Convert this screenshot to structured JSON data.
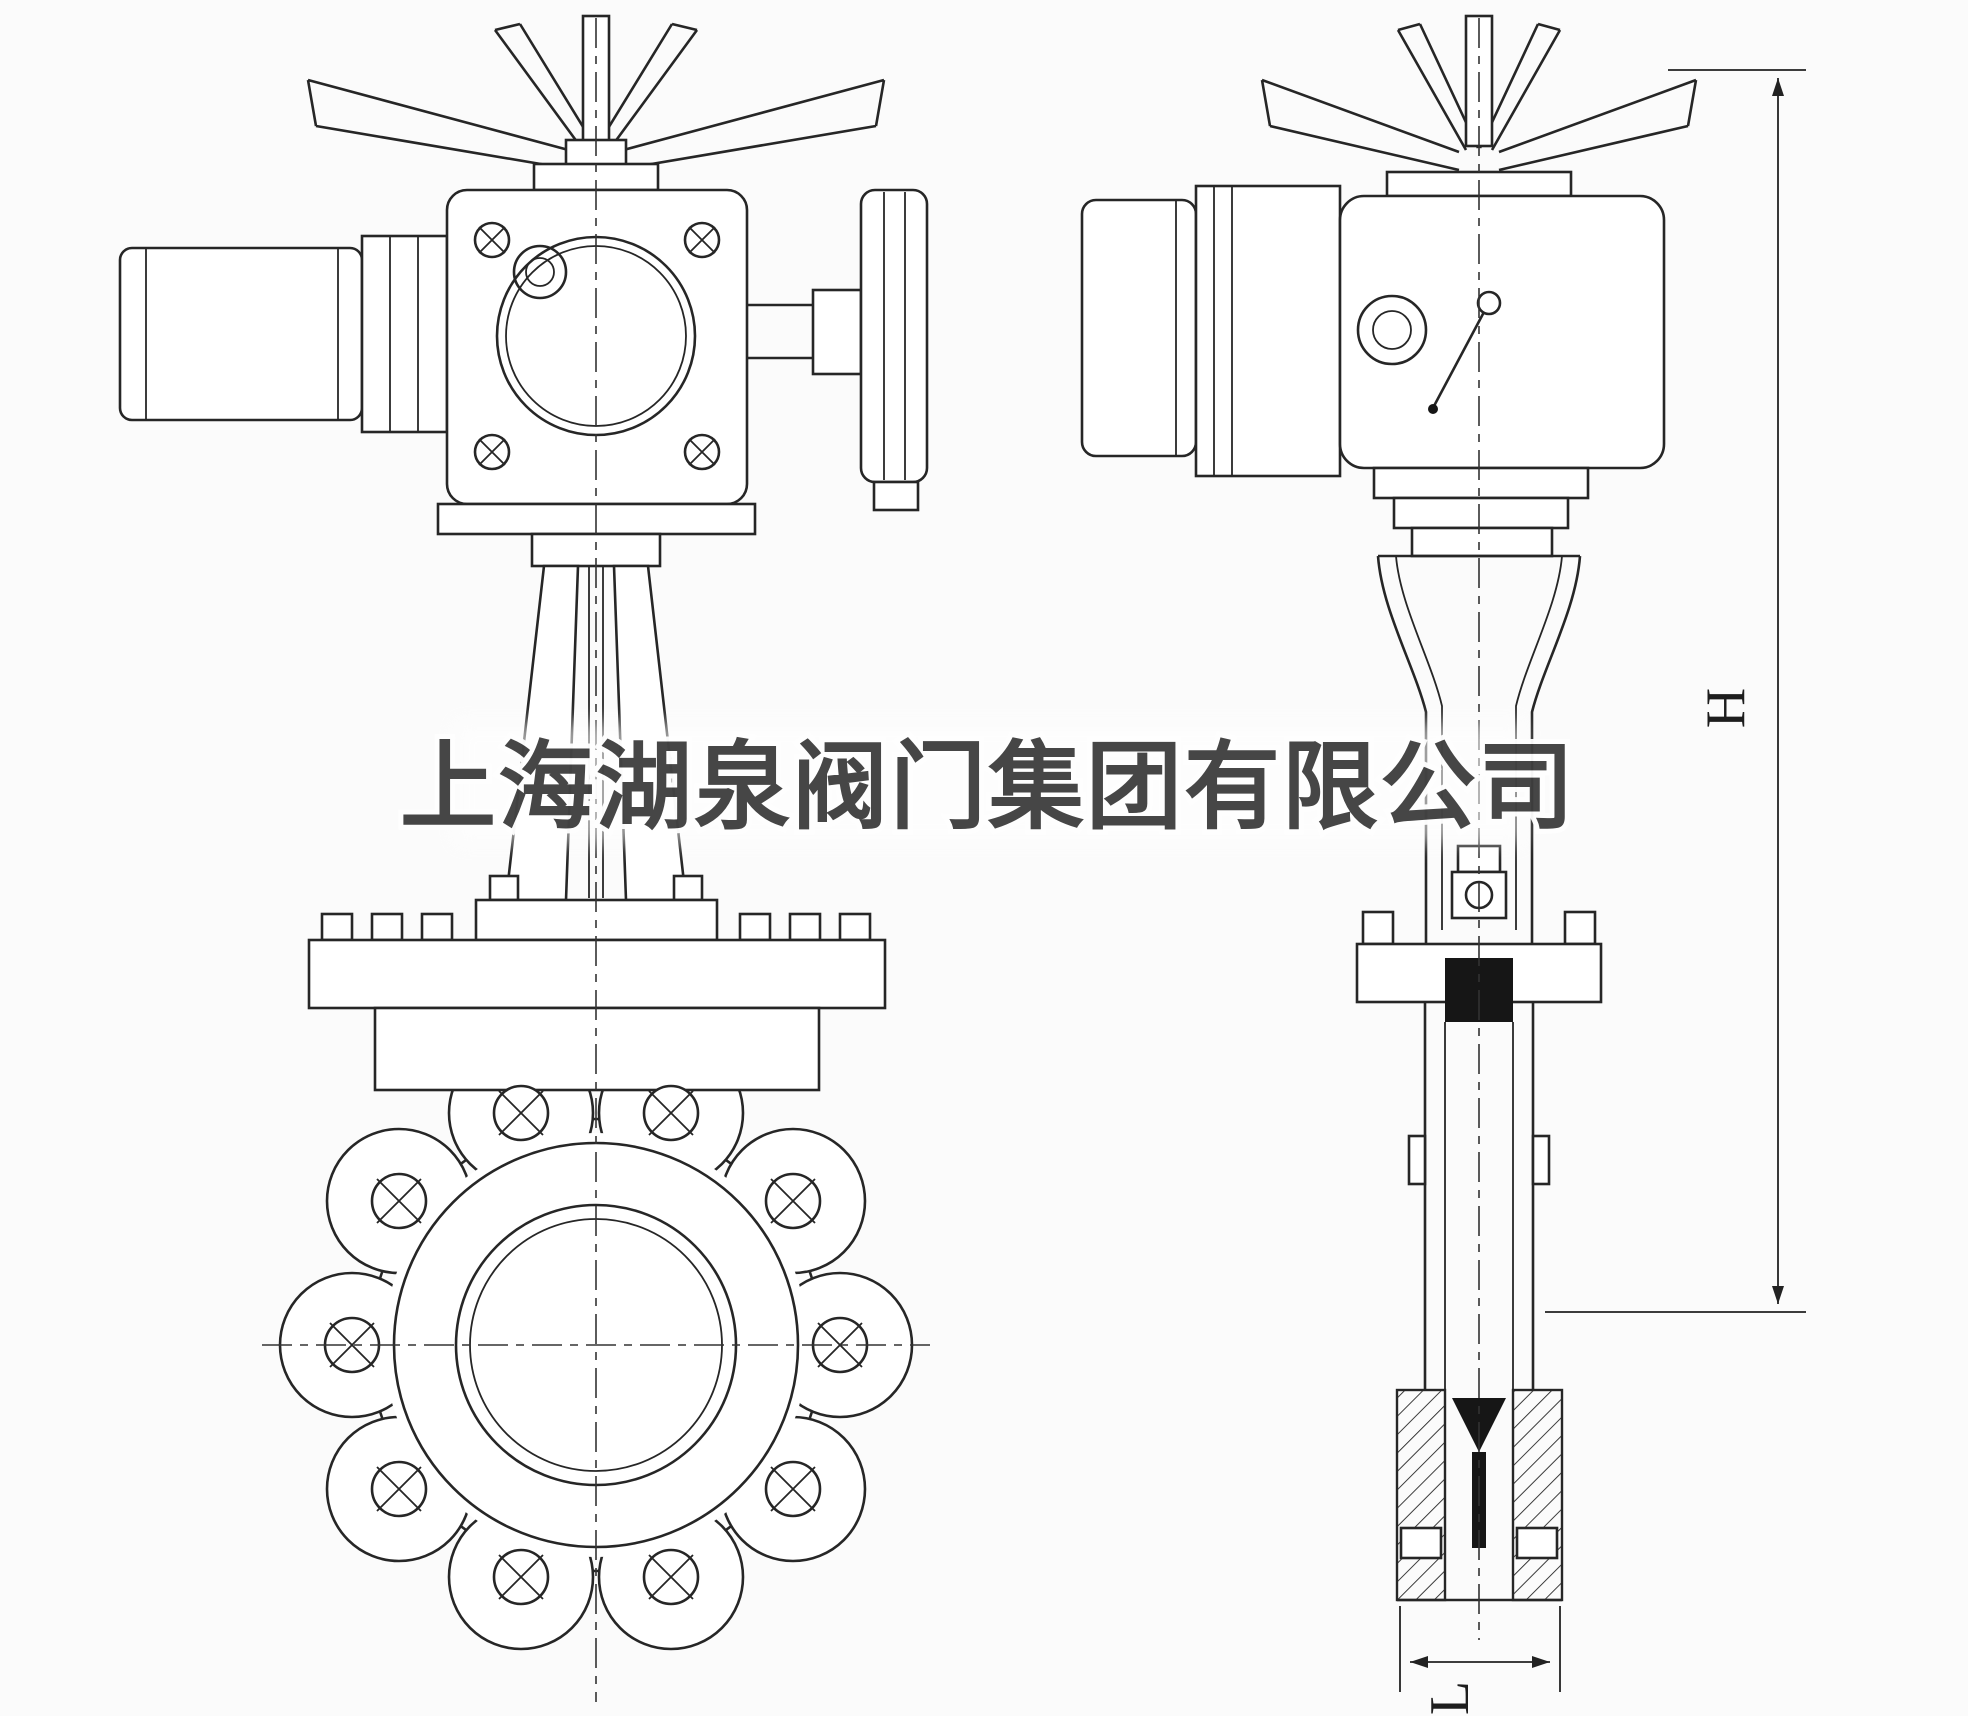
{
  "watermark": {
    "text": "上海湖泉阀门集团有限公司"
  },
  "dimensions": {
    "height_label": "H",
    "length_label": "L"
  },
  "colors": {
    "line": "#262626",
    "background": "#fbfbfb",
    "watermark_fill": "#3d3d3d"
  }
}
